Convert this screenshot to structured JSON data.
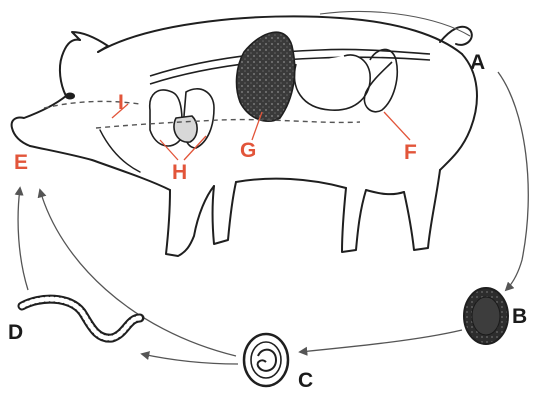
{
  "labels": {
    "A": "A",
    "B": "B",
    "C": "C",
    "D": "D",
    "E": "E",
    "F": "F",
    "G": "G",
    "H": "H",
    "I": "I"
  },
  "colors": {
    "outline": "#1f1f1f",
    "organ_label": "#e2553a",
    "stage_label": "#1b1b1b",
    "background": "#ffffff"
  }
}
